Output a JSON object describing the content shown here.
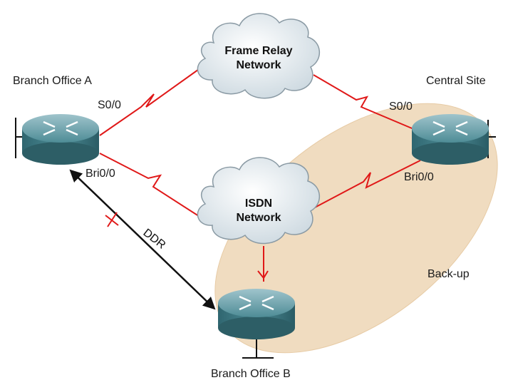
{
  "nodes": {
    "branch_a": "Branch Office A",
    "central": "Central Site",
    "branch_b": "Branch Office B"
  },
  "clouds": {
    "frame_relay": {
      "line1": "Frame Relay",
      "line2": "Network"
    },
    "isdn": {
      "line1": "ISDN",
      "line2": "Network"
    }
  },
  "interfaces": {
    "a_s0": "S0/0",
    "a_bri": "Bri0/0",
    "central_s0": "S0/0",
    "central_bri": "Bri0/0"
  },
  "link_labels": {
    "ddr": "DDR",
    "backup": "Back-up"
  },
  "colors": {
    "serial_link": "#e01818",
    "backup_zone": "#f0dcc0",
    "router_body": "#3f7c86",
    "cloud_fill": "#e6eef2"
  }
}
